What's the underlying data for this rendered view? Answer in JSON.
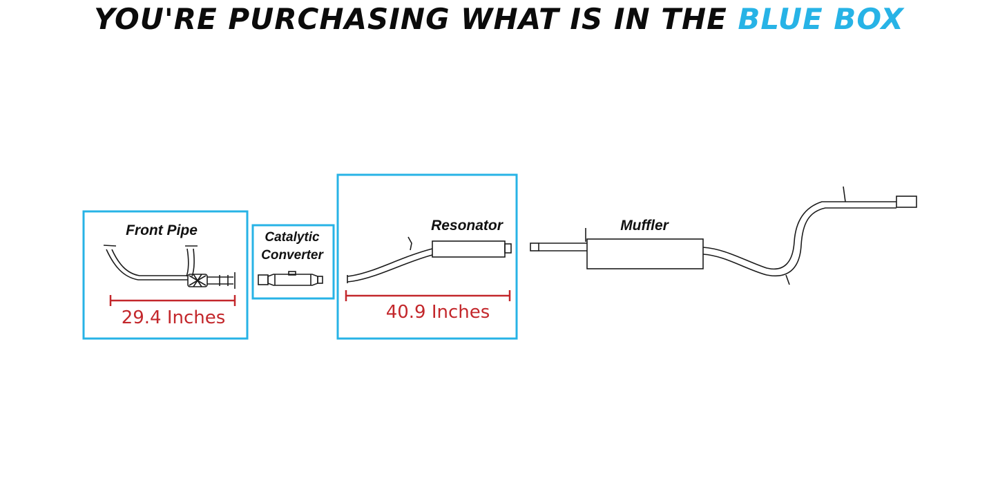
{
  "headline": {
    "prefix": "YOU'RE PURCHASING WHAT IS IN THE",
    "highlight": "BLUE BOX"
  },
  "parts": {
    "front_pipe": {
      "label": "Front Pipe",
      "measurement": "29.4 Inches"
    },
    "catalytic_converter": {
      "label_line1": "Catalytic",
      "label_line2": "Converter"
    },
    "resonator": {
      "label": "Resonator",
      "measurement": "40.9 Inches"
    },
    "muffler": {
      "label": "Muffler"
    }
  },
  "colors": {
    "highlight_box": "#27b3e6",
    "measurement": "#c3272b",
    "drawing": "#1a1a1a"
  }
}
